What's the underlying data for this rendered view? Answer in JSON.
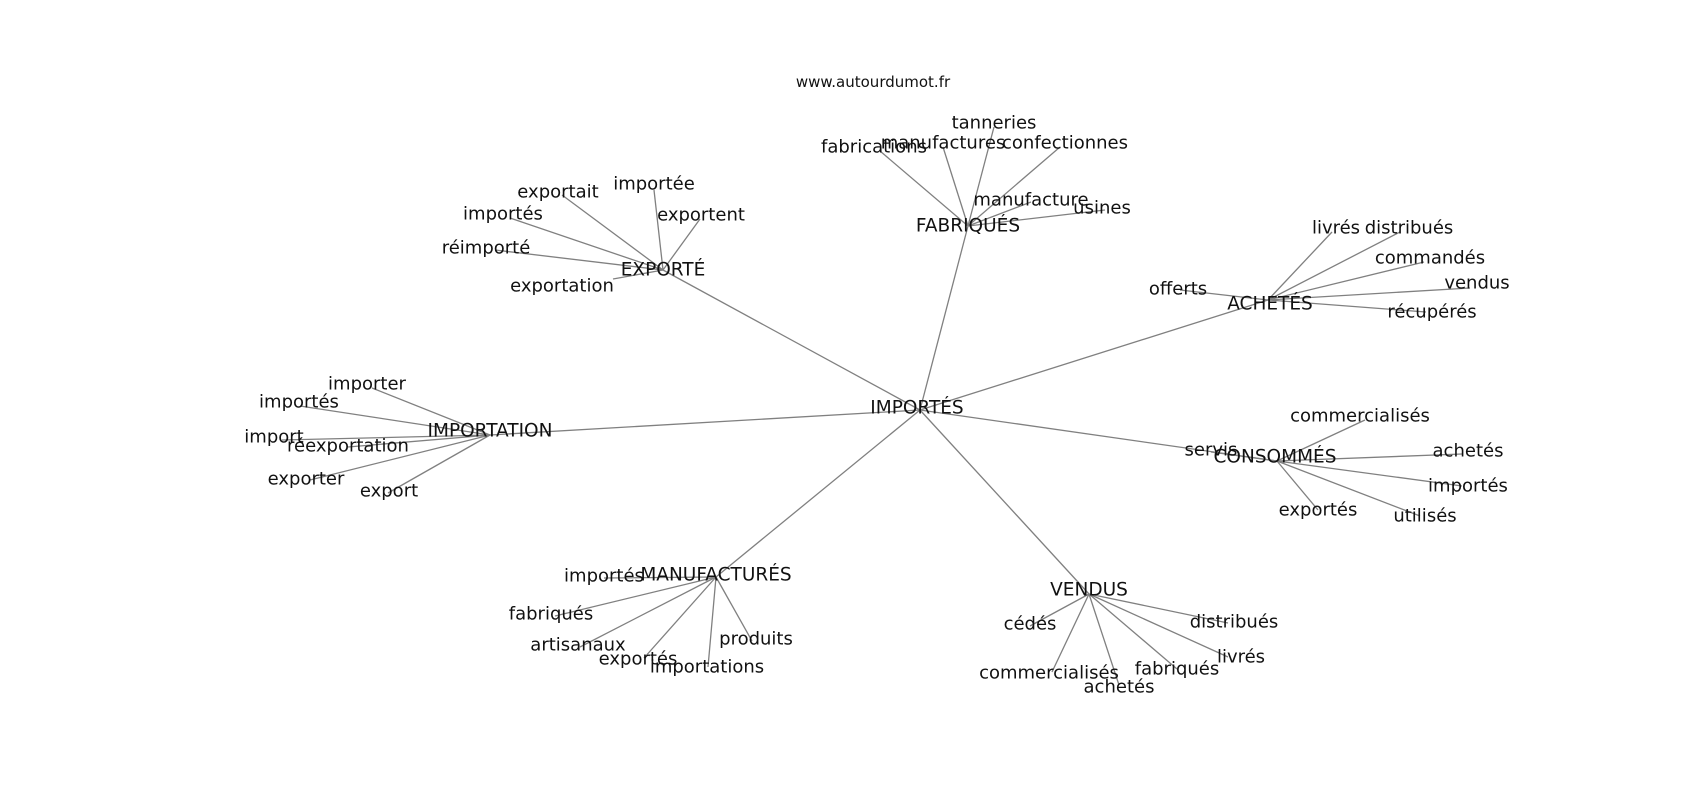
{
  "source_label": "www.autourdumot.fr",
  "center": {
    "label": "IMPORTÉS"
  },
  "groups": [
    {
      "label": "EXPORTÉ",
      "words": [
        "exportait",
        "importée",
        "importés",
        "exportent",
        "réimporté",
        "exportation"
      ]
    },
    {
      "label": "FABRIQUÉS",
      "words": [
        "tanneries",
        "manufactures",
        "fabrications",
        "confectionnes",
        "manufacture",
        "usines"
      ]
    },
    {
      "label": "ACHETÉS",
      "words": [
        "livrés",
        "distribués",
        "commandés",
        "offerts",
        "vendus",
        "récupérés"
      ]
    },
    {
      "label": "IMPORTATION",
      "words": [
        "importer",
        "importés",
        "import",
        "réexportation",
        "exporter",
        "export"
      ]
    },
    {
      "label": "CONSOMMÉS",
      "words": [
        "commercialisés",
        "servis",
        "achetés",
        "importés",
        "exportés",
        "utilisés"
      ]
    },
    {
      "label": "MANUFACTURÉS",
      "words": [
        "importés",
        "fabriqués",
        "artisanaux",
        "produits",
        "exportés",
        "importations"
      ]
    },
    {
      "label": "VENDUS",
      "words": [
        "cédés",
        "distribués",
        "livrés",
        "commercialisés",
        "fabriqués",
        "achetés"
      ]
    }
  ]
}
